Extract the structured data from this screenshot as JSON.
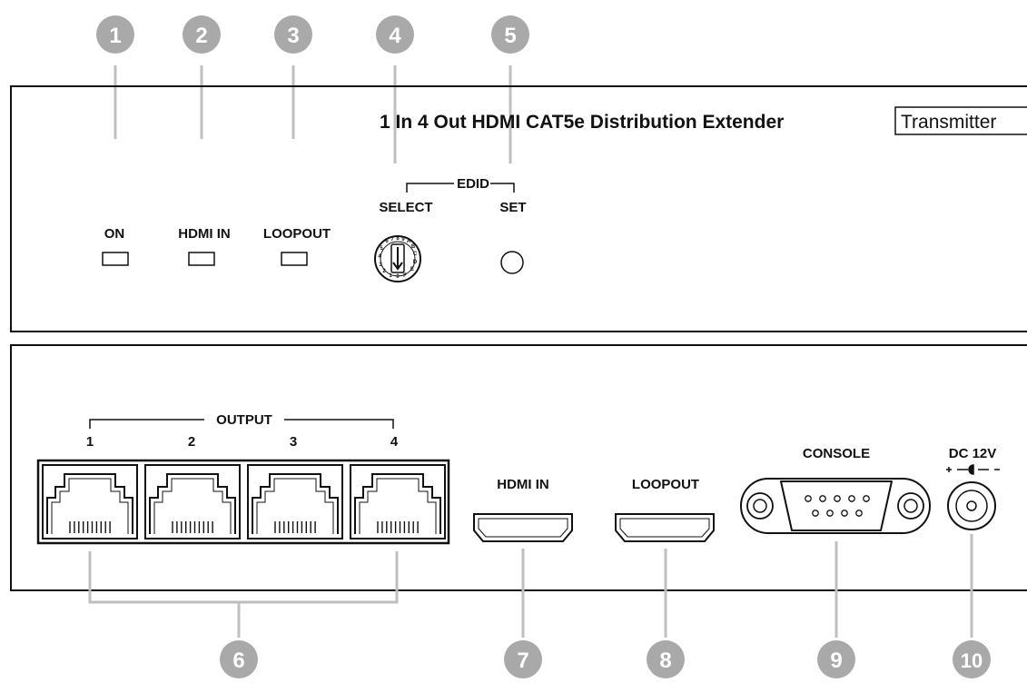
{
  "title": "1 In 4 Out HDMI CAT5e Distribution Extender",
  "badge": "Transmitter",
  "callouts": [
    "1",
    "2",
    "3",
    "4",
    "5",
    "6",
    "7",
    "8",
    "9",
    "10"
  ],
  "front": {
    "on": "ON",
    "hdmi_in": "HDMI IN",
    "loopout": "LOOPOUT",
    "edid": "EDID",
    "select": "SELECT",
    "set": "SET"
  },
  "rear": {
    "output": "OUTPUT",
    "ports": [
      "1",
      "2",
      "3",
      "4"
    ],
    "hdmi_in": "HDMI IN",
    "loopout": "LOOPOUT",
    "console": "CONSOLE",
    "dc": "DC 12V"
  },
  "colors": {
    "callout": "#a9a9a9",
    "bracket": "#bfbfbf",
    "line": "#111111"
  }
}
